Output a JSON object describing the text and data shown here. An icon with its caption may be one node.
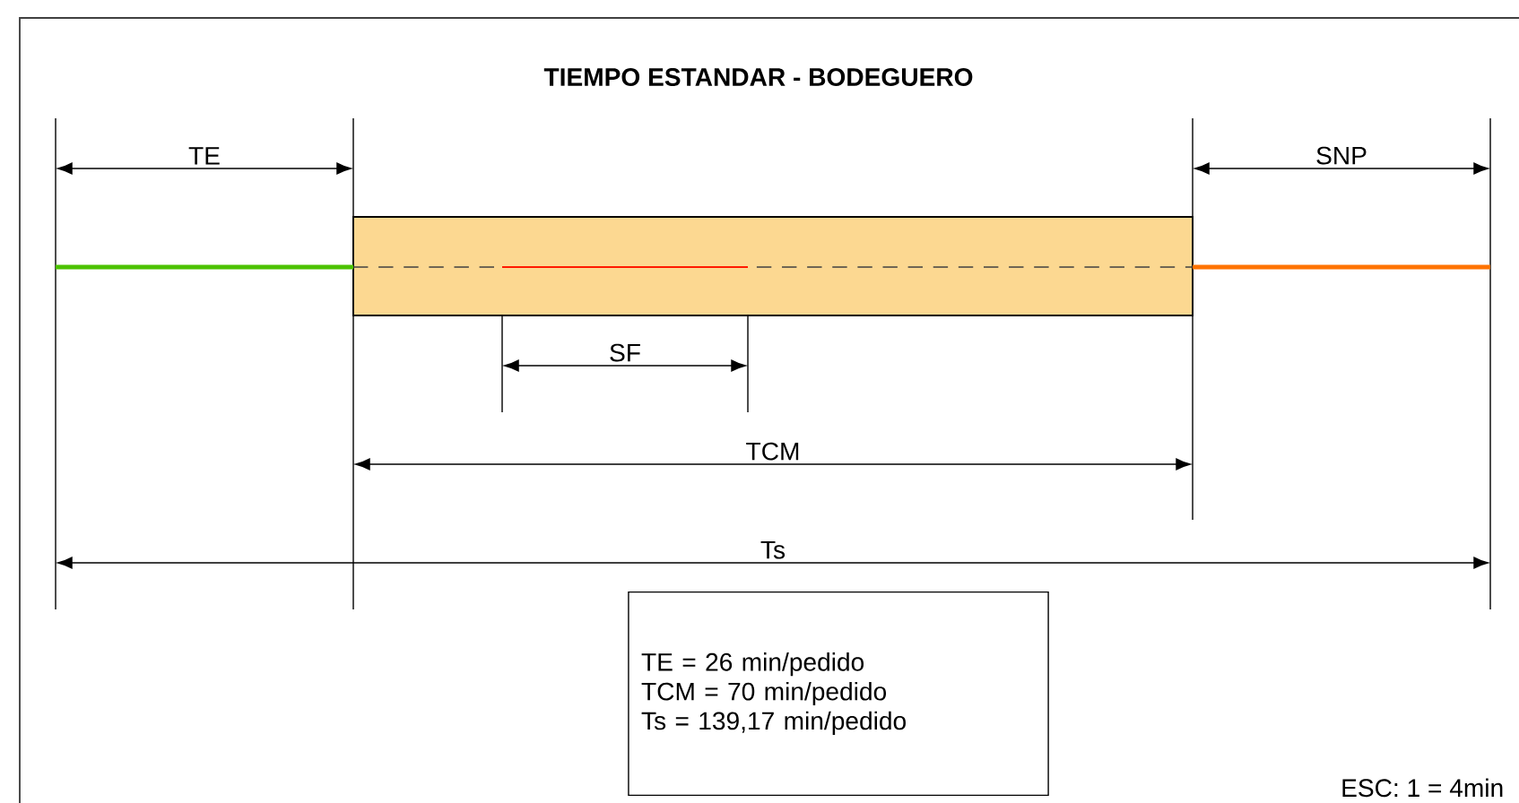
{
  "diagram": {
    "title": "TIEMPO ESTANDAR - BODEGUERO",
    "nodes": [
      {
        "text": [],
        "shape": "box"
      },
      {
        "text": [
          "TE = 26 min/pedido",
          "TCM = 70 min/pedido",
          "Ts = 139,17 min/pedido"
        ]
      }
    ],
    "labels": [
      "TE",
      "SNP",
      "SF",
      "TCM",
      "Ts",
      "ESC: 1 = 4min"
    ]
  }
}
